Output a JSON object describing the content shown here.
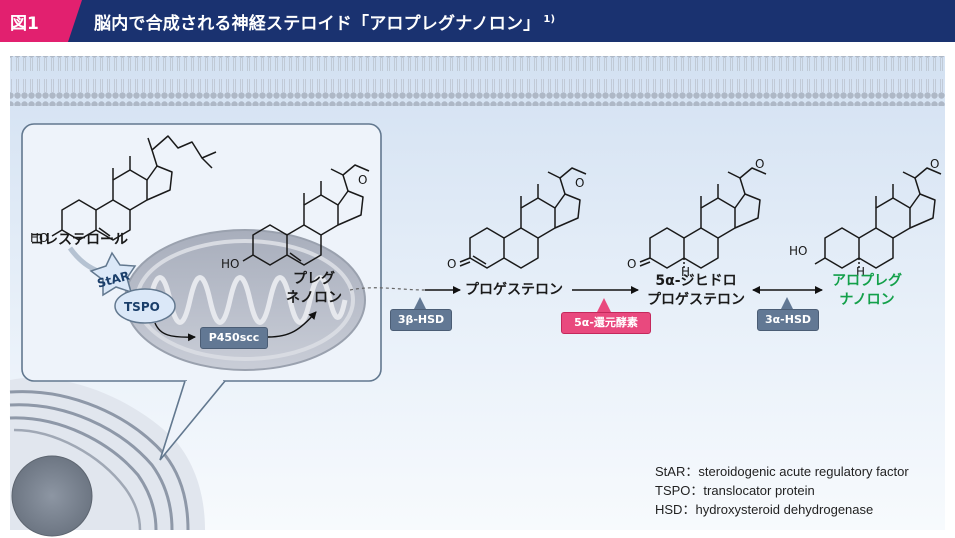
{
  "header": {
    "figure_label": "図1",
    "title": "脳内で合成される神経ステロイド「アロプレグナノロン」",
    "title_ref": "1)"
  },
  "molecules": {
    "cholesterol": "コレステロール",
    "pregnenolone_1": "プレグ",
    "pregnenolone_2": "ネノロン",
    "progesterone": "プロゲステロン",
    "dihydro_1": "5α-ジヒドロ",
    "dihydro_2": "プロゲステロン",
    "allo_1": "アロプレグ",
    "allo_2": "ナノロン"
  },
  "proteins": {
    "star": "StAR",
    "tspo": "TSPO",
    "p450scc": "P450scc"
  },
  "enzymes": {
    "hsd3b": "3β-HSD",
    "reductase": "5α-還元酵素",
    "hsd3a": "3α-HSD"
  },
  "atoms": {
    "ho": "HO",
    "o": "O",
    "h": "H"
  },
  "legend": [
    {
      "abbr": "StAR",
      "sep": "：",
      "text": "steroidogenic acute regulatory factor"
    },
    {
      "abbr": "TSPO",
      "sep": "：",
      "text": "translocator protein"
    },
    {
      "abbr": "HSD",
      "sep": "：",
      "text": "hydroxysteroid dehydrogenase"
    }
  ],
  "colors": {
    "header_bg": "#1a3270",
    "tag_bg": "#e2206f",
    "green_label": "#13a04a",
    "enzyme_gray": "#627894",
    "enzyme_pink": "#e9497e"
  }
}
